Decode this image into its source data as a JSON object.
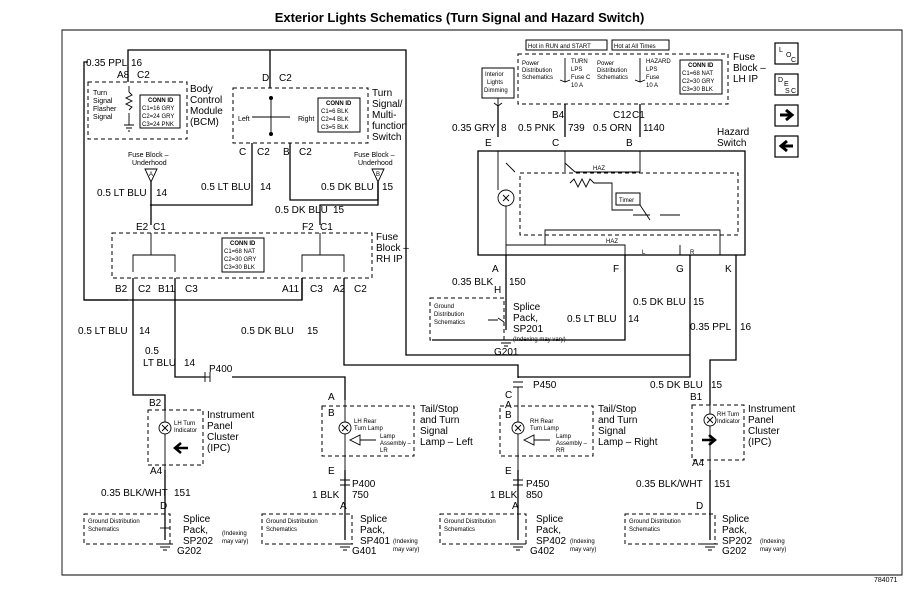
{
  "title": "Exterior Lights Schematics (Turn Signal and Hazard Switch)",
  "figure_id": "784071",
  "nav": {
    "legend_top": [
      "L",
      "O",
      "C"
    ],
    "legend_mid": [
      "D",
      "E",
      "S",
      "C"
    ]
  },
  "bcm": {
    "wire": "0.35 PPL",
    "circuit": "16",
    "pin_a": "A8",
    "pin_b": "C2",
    "title": [
      "Body",
      "Control",
      "Module",
      "(BCM)"
    ],
    "flasher": [
      "Turn",
      "Signal",
      "Flasher",
      "Signal"
    ],
    "conn": [
      "CONN ID",
      "C1=16 GRY",
      "C2=24 GRY",
      "C3=24 PNK"
    ]
  },
  "ts_switch": {
    "title": [
      "Turn",
      "Signal/",
      "Multi-",
      "function",
      "Switch"
    ],
    "conn": [
      "CONN ID",
      "C1=6 BLK",
      "C2=4 BLK",
      "C3=5 BLK"
    ],
    "left": "Left",
    "right": "Right",
    "top_pin": "D",
    "top_conn": "C2",
    "pin_c": "C",
    "pin_c_conn": "C2",
    "pin_b": "B",
    "pin_b_conn": "C2"
  },
  "fuse_lh_ip": {
    "hot_run": "Hot in RUN and START",
    "hot_all": "Hot at All Times",
    "pds1": [
      "Power",
      "Distribution",
      "Schematics"
    ],
    "pds2": [
      "Power",
      "Distribution",
      "Schematics"
    ],
    "turn_fuse": [
      "TURN",
      "LPS",
      "Fuse C",
      "10 A"
    ],
    "haz_fuse": [
      "HAZARD",
      "LPS",
      "Fuse",
      "10 A"
    ],
    "conn": [
      "CONN ID",
      "C1=68 NAT",
      "C2=30 GRY",
      "C3=30 BLK"
    ],
    "title": [
      "Fuse",
      "Block –",
      "LH IP"
    ],
    "pin_b4": "B4",
    "pin_c12": "C12",
    "pin_c1": "C1"
  },
  "dimming": [
    "Interior",
    "Lights",
    "Dimming"
  ],
  "hazard_wires": {
    "w1": "0.35 GRY",
    "c1": "8",
    "w2": "0.5 PNK",
    "c2": "739",
    "w3": "0.5 ORN",
    "c3": "1140"
  },
  "hazard_switch": {
    "title": [
      "Hazard",
      "Switch"
    ],
    "haz1": "HAZ",
    "haz2": "HAZ",
    "timer": "Timer",
    "pins": [
      "E",
      "C",
      "B",
      "A",
      "F",
      "G",
      "K"
    ],
    "l": "L",
    "r": "R"
  },
  "fuse_ub_a": [
    "Fuse Block –",
    "Underhood"
  ],
  "fuse_ub_a_pin": "A",
  "fuse_ub_b": [
    "Fuse Block –",
    "Underhood"
  ],
  "fuse_ub_b_pin": "B",
  "mid_wires": {
    "w_lt_blu_14": "0.5 LT BLU",
    "c14": "14",
    "w_lt_blu_14b": "0.5 LT BLU",
    "c14b": "14",
    "w_dk_blu_15": "0.5 DK BLU",
    "c15": "15",
    "w_dk_blu_15b": "0.5 DK BLU",
    "c15b": "15",
    "e2": "E2",
    "c1a": "C1",
    "f2": "F2",
    "c1b": "C1"
  },
  "fuse_rh_ip": {
    "title": [
      "Fuse",
      "Block –",
      "RH IP"
    ],
    "conn": [
      "CONN ID",
      "C1=68 NAT",
      "C2=30 GRY",
      "C3=30 BLK"
    ],
    "pins": [
      "B2",
      "C2",
      "B11",
      "C3",
      "A11",
      "C3",
      "A2",
      "C2"
    ]
  },
  "splice_sp201": {
    "wire": "0.35 BLK",
    "circuit": "150",
    "pin_a": "A",
    "pin_h": "H",
    "gds": [
      "Ground",
      "Distribution",
      "Schematics"
    ],
    "title": [
      "Splice",
      "Pack,",
      "SP201"
    ],
    "note": "(Indexing may vary)",
    "ground": "G201"
  },
  "right_wires": {
    "w_dk_blu": "0.5 DK BLU",
    "c15": "15",
    "w_lt_blu": "0.5 LT BLU",
    "c14": "14",
    "w_ppl": "0.35 PPL",
    "c16": "16"
  },
  "left_wires": {
    "w1": "0.5 LT BLU",
    "c1": "14",
    "w2a": "0.5",
    "w2b": "LT BLU",
    "c2": "14",
    "w3": "0.5 DK BLU",
    "c3": "15",
    "p400": "P400",
    "p450": "P450",
    "w_dk_blu_rt": "0.5 DK BLU",
    "c_rt": "15",
    "b1": "B1"
  },
  "ipc_lh": {
    "pin_top": "B2",
    "pin_bot": "A4",
    "lamp": [
      "LH Turn",
      "Indicator"
    ],
    "title": [
      "Instrument",
      "Panel",
      "Cluster",
      "(IPC)"
    ]
  },
  "ipc_rh": {
    "pin_bot": "A4",
    "lamp": [
      "RH Turn",
      "Indicator"
    ],
    "title": [
      "Instrument",
      "Panel",
      "Cluster",
      "(IPC)"
    ]
  },
  "lamp_left": {
    "pin_a": "A",
    "pin_b": "B",
    "pin_e": "E",
    "lamp": [
      "LH Rear",
      "Turn Lamp"
    ],
    "assy": [
      "Lamp",
      "Assembly –",
      "LR"
    ],
    "title": [
      "Tail/Stop",
      "and Turn",
      "Signal",
      "Lamp – Left"
    ]
  },
  "lamp_right": {
    "pin_c": "C",
    "pin_a": "A",
    "pin_b": "B",
    "pin_e": "E",
    "lamp": [
      "RH Rear",
      "Turn Lamp"
    ],
    "assy": [
      "Lamp",
      "Assembly –",
      "RR"
    ],
    "title": [
      "Tail/Stop",
      "and Turn",
      "Signal",
      "Lamp – Right"
    ]
  },
  "bottom": {
    "w1": "0.35 BLK/WHT",
    "c1": "151",
    "pin1": "D",
    "w2": "1 BLK",
    "c2": "750",
    "p2": "P400",
    "pin2": "A",
    "w3": "1 BLK",
    "c3": "850",
    "p3": "P450",
    "pin3": "A",
    "w4": "0.35 BLK/WHT",
    "c4": "151",
    "pin4": "D",
    "gds": [
      "Ground Distribution",
      "Schematics"
    ],
    "sp202": [
      "Splice",
      "Pack,",
      "SP202"
    ],
    "g202": "G202",
    "sp401": [
      "Splice",
      "Pack,",
      "SP401"
    ],
    "g401": "G401",
    "sp402": [
      "Splice",
      "Pack,",
      "SP402"
    ],
    "g402": "G402",
    "sp202b": [
      "Splice",
      "Pack,",
      "SP202"
    ],
    "g202b": "G202",
    "indexing": [
      "(Indexing",
      "may vary)"
    ]
  }
}
